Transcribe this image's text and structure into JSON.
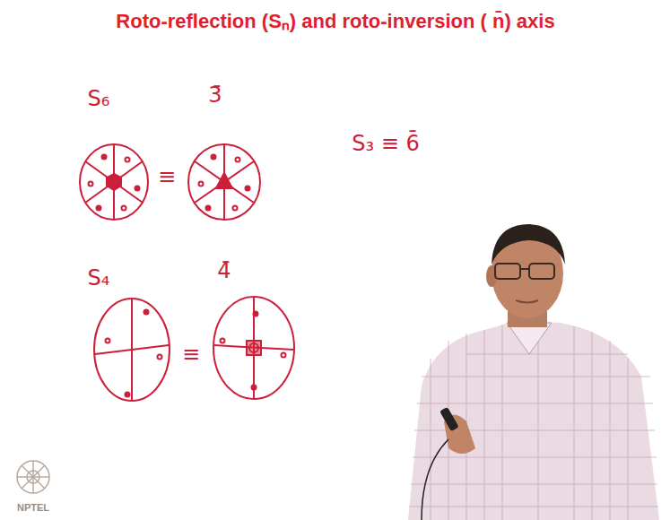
{
  "diagram": {
    "title": "Roto-reflection (Sₙ) and roto-inversion ( n̄) axis",
    "labels": [
      "S₆",
      "3̄",
      "≡",
      "S₃ ≡ 6̄",
      "S₄",
      "4̄",
      "≡",
      "NPTEL"
    ]
  }
}
